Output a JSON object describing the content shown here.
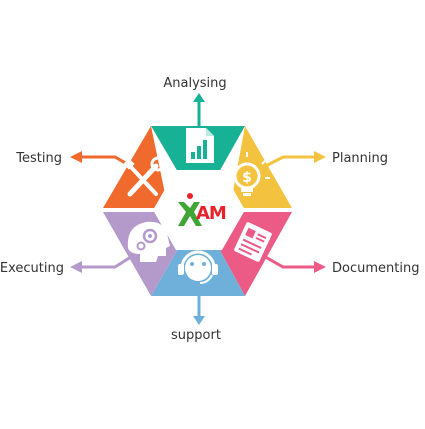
{
  "diagram": {
    "logo": {
      "text": "AM"
    },
    "segments": [
      {
        "id": "analysing",
        "label": "Analysing",
        "color": "#17b195",
        "icon": "report-chart-icon"
      },
      {
        "id": "planning",
        "label": "Planning",
        "color": "#f3c23f",
        "icon": "lightbulb-dollar-icon"
      },
      {
        "id": "documenting",
        "label": "Documenting",
        "color": "#ec5a86",
        "icon": "document-icon"
      },
      {
        "id": "support",
        "label": "support",
        "color": "#6eb0da",
        "icon": "headset-icon"
      },
      {
        "id": "executing",
        "label": "Executing",
        "color": "#b49acb",
        "icon": "gear-head-icon"
      },
      {
        "id": "testing",
        "label": "Testing",
        "color": "#f0692d",
        "icon": "tools-icon"
      }
    ]
  }
}
